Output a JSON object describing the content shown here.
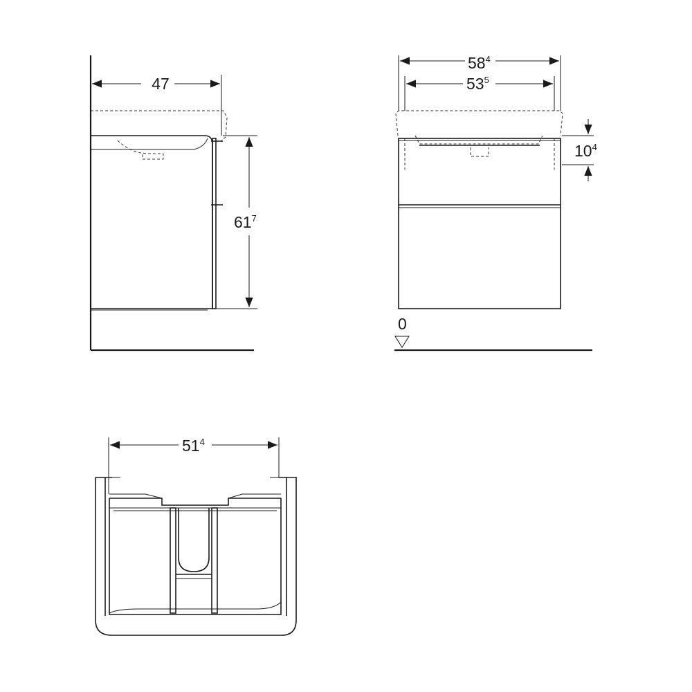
{
  "side_view": {
    "depth": {
      "main": "47",
      "sup": ""
    },
    "height": {
      "main": "61",
      "sup": "7"
    }
  },
  "front_view": {
    "overall_width": {
      "main": "58",
      "sup": "4"
    },
    "inner_width": {
      "main": "53",
      "sup": "5"
    },
    "top_offset": {
      "main": "10",
      "sup": "4"
    },
    "floor_level": "0"
  },
  "top_view": {
    "width": {
      "main": "51",
      "sup": "4"
    }
  },
  "colors": {
    "line": "#1a1a1a",
    "background": "#ffffff"
  }
}
